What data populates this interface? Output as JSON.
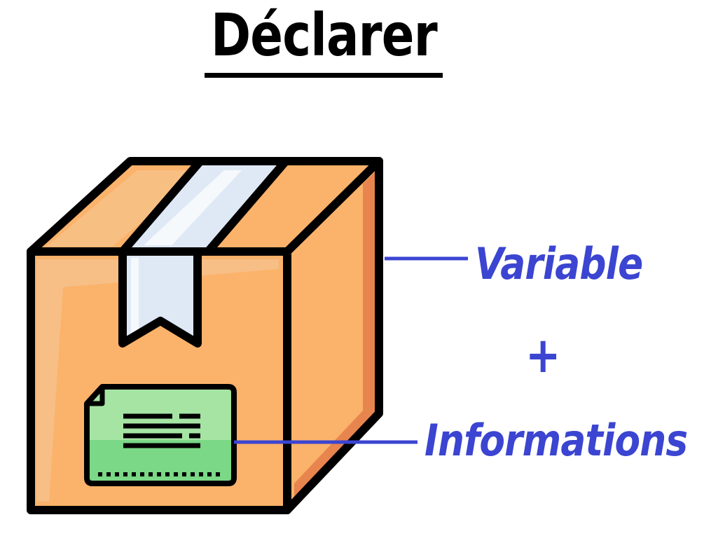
{
  "title": "Déclarer",
  "labels": {
    "variable": "Variable",
    "plus": "+",
    "informations": "Informations"
  },
  "colors": {
    "box_front": "#fbb26a",
    "box_side": "#e8854e",
    "tape": "#dfe9f6",
    "label_card": "#7ad886",
    "connector_and_text": "#3b45d1",
    "outline": "#000000"
  },
  "icons": [
    "cardboard-box-icon",
    "shipping-label-icon"
  ]
}
